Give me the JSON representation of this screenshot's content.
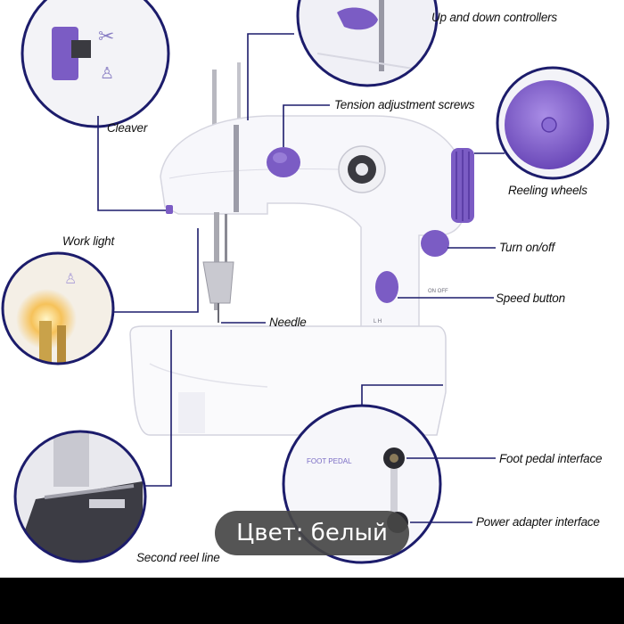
{
  "labels": {
    "up_down": "Up and down controllers",
    "cleaver": "Cleaver",
    "tension": "Tension adjustment screws",
    "reeling": "Reeling wheels",
    "work_light": "Work light",
    "turn_onoff": "Turn on/off",
    "speed": "Speed button",
    "needle": "Needle",
    "foot_pedal_iface": "Foot pedal interface",
    "power_iface": "Power adapter interface",
    "second_reel": "Second reel line"
  },
  "panel_text": {
    "foot_pedal": "FOOT PEDAL",
    "on_off_mark": "ON OFF",
    "speed_mark": "L H"
  },
  "caption": "Цвет: белый",
  "colors": {
    "accent": "#7b5cc4",
    "navy": "#1c1c6b",
    "body": "#f7f7fb"
  }
}
